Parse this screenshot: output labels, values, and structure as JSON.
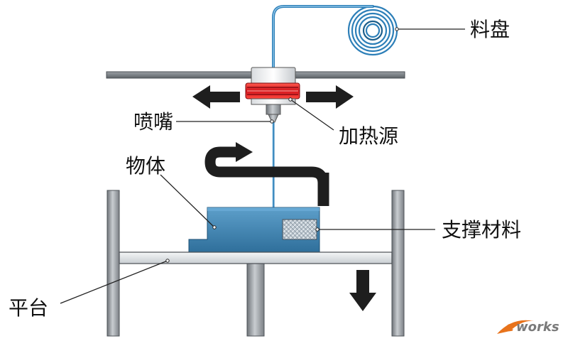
{
  "labels": {
    "spool": "料盘",
    "heater": "加热源",
    "nozzle": "喷嘴",
    "object": "物体",
    "support": "支撑材料",
    "platform": "平台"
  },
  "watermark": {
    "prefix": "e",
    "suffix": "works"
  },
  "colors": {
    "filament": "#2d7fb8",
    "object_fill": "#3f86b4",
    "heater_red": "#e0262b",
    "frame_gray": "#8c9196",
    "arrow_black": "#1e1e1e",
    "watermark_orange": "#e8731c",
    "watermark_gray": "#7a7a7a"
  }
}
